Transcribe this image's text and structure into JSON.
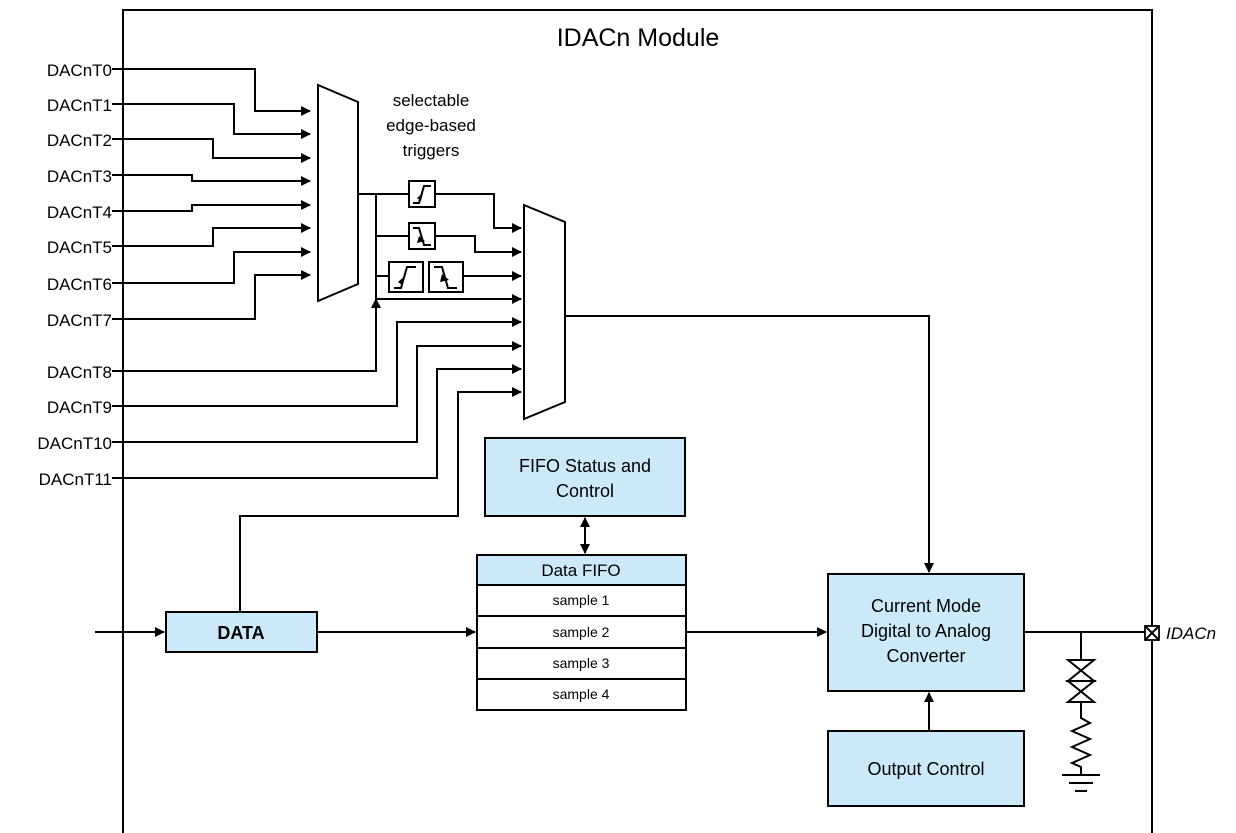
{
  "module_title": "IDACn Module",
  "triggers_label": [
    "selectable",
    "edge-based",
    "triggers"
  ],
  "trigger_inputs": [
    "DACnT0",
    "DACnT1",
    "DACnT2",
    "DACnT3",
    "DACnT4",
    "DACnT5",
    "DACnT6",
    "DACnT7",
    "DACnT8",
    "DACnT9",
    "DACnT10",
    "DACnT11"
  ],
  "fifo_status_block": [
    "FIFO Status and",
    "Control"
  ],
  "data_block": "DATA",
  "data_fifo": {
    "header": "Data FIFO",
    "samples": [
      "sample 1",
      "sample 2",
      "sample 3",
      "sample 4"
    ]
  },
  "dac_block": [
    "Current Mode",
    "Digital to Analog",
    "Converter"
  ],
  "output_control_block": "Output Control",
  "output_pin": "IDACn",
  "colors": {
    "block_fill": "#cce9f9",
    "line": "#000000"
  },
  "icons": [
    "rising-edge-icon",
    "falling-edge-icon",
    "both-edge-icon",
    "transmission-gate-icon",
    "resistor-icon",
    "ground-icon",
    "pin-x-icon"
  ]
}
